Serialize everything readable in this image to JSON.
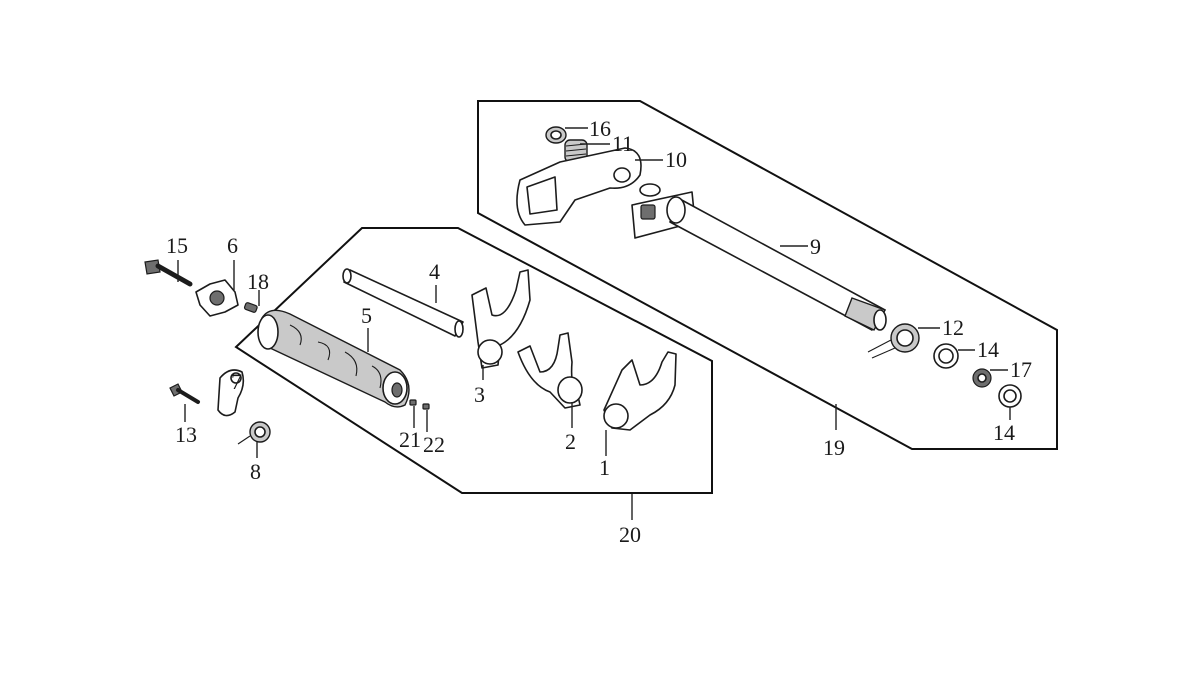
{
  "callouts": {
    "c1": "1",
    "c2": "2",
    "c3": "3",
    "c4": "4",
    "c5": "5",
    "c6": "6",
    "c7": "7",
    "c8": "8",
    "c9": "9",
    "c10": "10",
    "c11": "11",
    "c12": "12",
    "c13": "13",
    "c14a": "14",
    "c14b": "14",
    "c15": "15",
    "c16": "16",
    "c17": "17",
    "c18": "18",
    "c19": "19",
    "c20": "20",
    "c21": "21",
    "c22": "22"
  }
}
